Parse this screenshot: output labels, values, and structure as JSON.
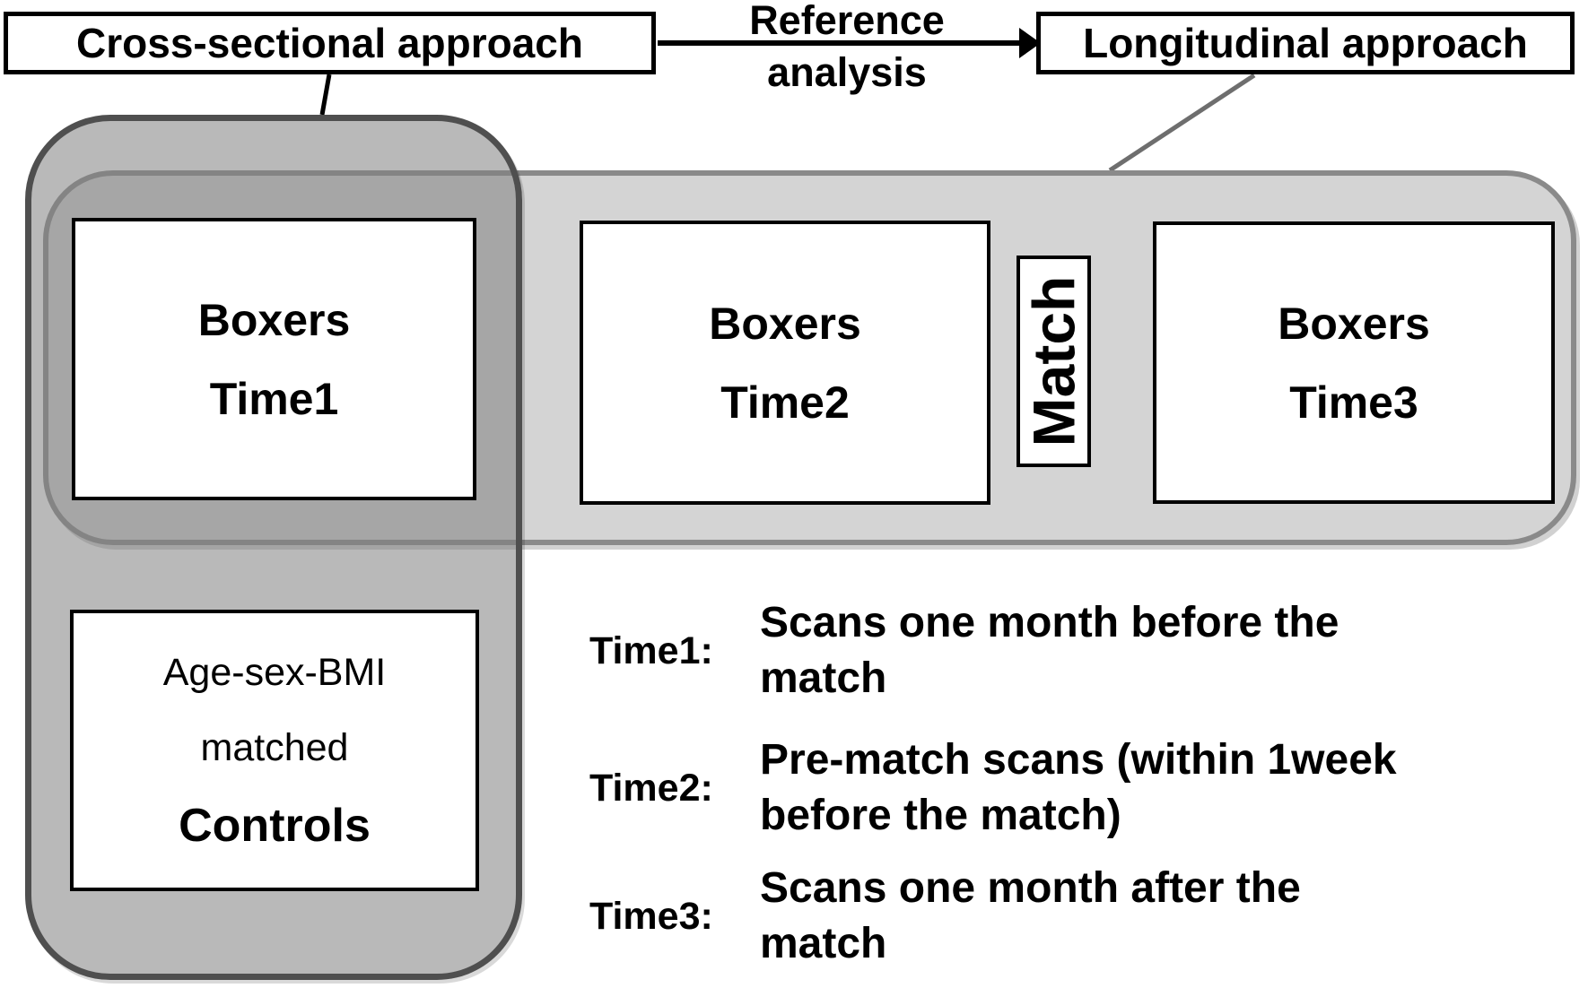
{
  "header": {
    "cross_sectional_label": "Cross-sectional approach",
    "longitudinal_label": "Longitudinal approach",
    "arrow_label_line1": "Reference",
    "arrow_label_line2": "analysis"
  },
  "boxes": {
    "boxers_time1": {
      "line1": "Boxers",
      "line2": "Time1"
    },
    "boxers_time2": {
      "line1": "Boxers",
      "line2": "Time2"
    },
    "boxers_time3": {
      "line1": "Boxers",
      "line2": "Time3"
    },
    "match_label": "Match",
    "controls": {
      "line1": "Age-sex-BMI",
      "line2": "matched",
      "line3": "Controls"
    }
  },
  "legend": {
    "items": [
      {
        "label": "Time1:",
        "line1": "Scans one month before the",
        "line2": "match"
      },
      {
        "label": "Time2:",
        "line1": "Pre-match scans (within 1week",
        "line2": "before the match)"
      },
      {
        "label": "Time3:",
        "line1": "Scans one month after the",
        "line2": "match"
      }
    ]
  },
  "colors": {
    "cross_sectional_group_fill": "rgba(128,128,128,0.55)",
    "cross_sectional_group_border": "#4f4f4f",
    "longitudinal_group_fill": "#d4d4d4",
    "longitudinal_group_border": "#8a8a8a",
    "connector_gray": "#6e6e6e",
    "arrow_black": "#000000",
    "box_border": "#000000",
    "text": "#000000"
  }
}
